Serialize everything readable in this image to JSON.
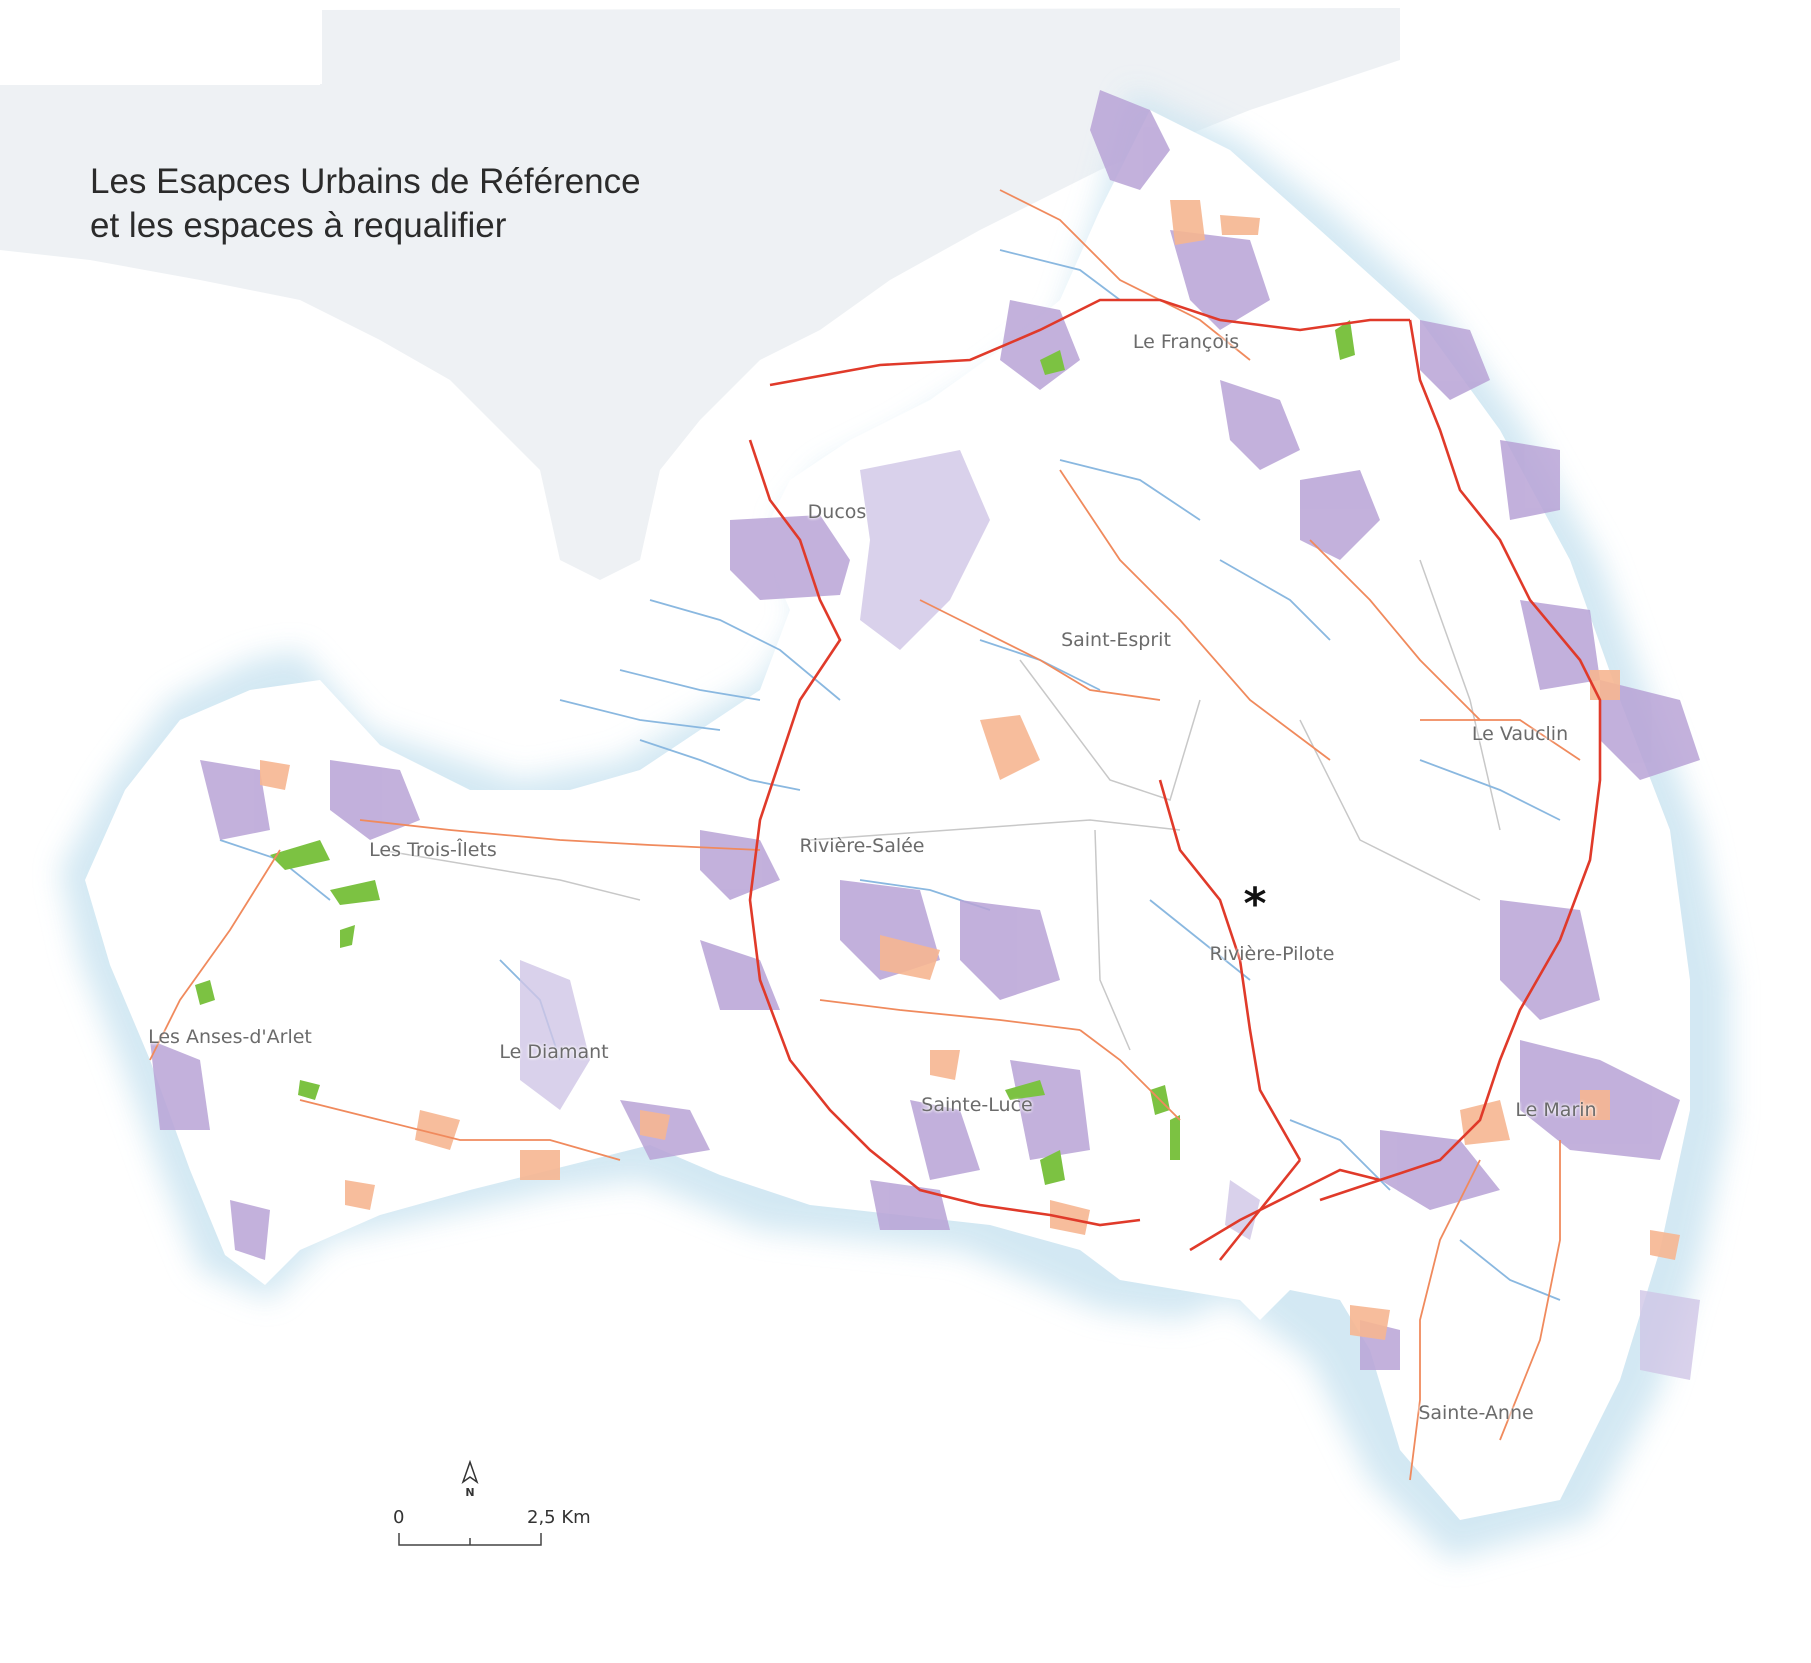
{
  "title": {
    "line1": "Les Esapces Urbains de Référence",
    "line2": "et les espaces à requalifier"
  },
  "communes": [
    {
      "id": "le-francois",
      "name": "Le François"
    },
    {
      "id": "ducos",
      "name": "Ducos"
    },
    {
      "id": "saint-esprit",
      "name": "Saint-Esprit"
    },
    {
      "id": "le-vauclin",
      "name": "Le Vauclin"
    },
    {
      "id": "les-trois-ilets",
      "name": "Les Trois-Îlets"
    },
    {
      "id": "riviere-salee",
      "name": "Rivière-Salée"
    },
    {
      "id": "riviere-pilote",
      "name": "Rivière-Pilote"
    },
    {
      "id": "les-anses-darlet",
      "name": "Les Anses-d'Arlet"
    },
    {
      "id": "le-diamant",
      "name": "Le Diamant"
    },
    {
      "id": "sainte-luce",
      "name": "Sainte-Luce"
    },
    {
      "id": "le-marin",
      "name": "Le Marin"
    },
    {
      "id": "sainte-anne",
      "name": "Sainte-Anne"
    }
  ],
  "marker": {
    "symbol": "*"
  },
  "north_arrow": {
    "label": "N"
  },
  "scale": {
    "start": "0",
    "end": "2,5 Km"
  },
  "colors": {
    "land": "#ffffff",
    "sea": "#ffffff",
    "coast_halo": "#cfe6f2",
    "outer_land": "#eef1f4",
    "urban_reference": "#b8a3d6",
    "urban_light": "#cfc6e6",
    "requalify": "#f6b691",
    "green_space": "#7cc242",
    "main_road": "#e03a2a",
    "secondary_road": "#f08a5d",
    "river": "#8ab8e0",
    "commune_boundary": "#c8c8c8"
  }
}
